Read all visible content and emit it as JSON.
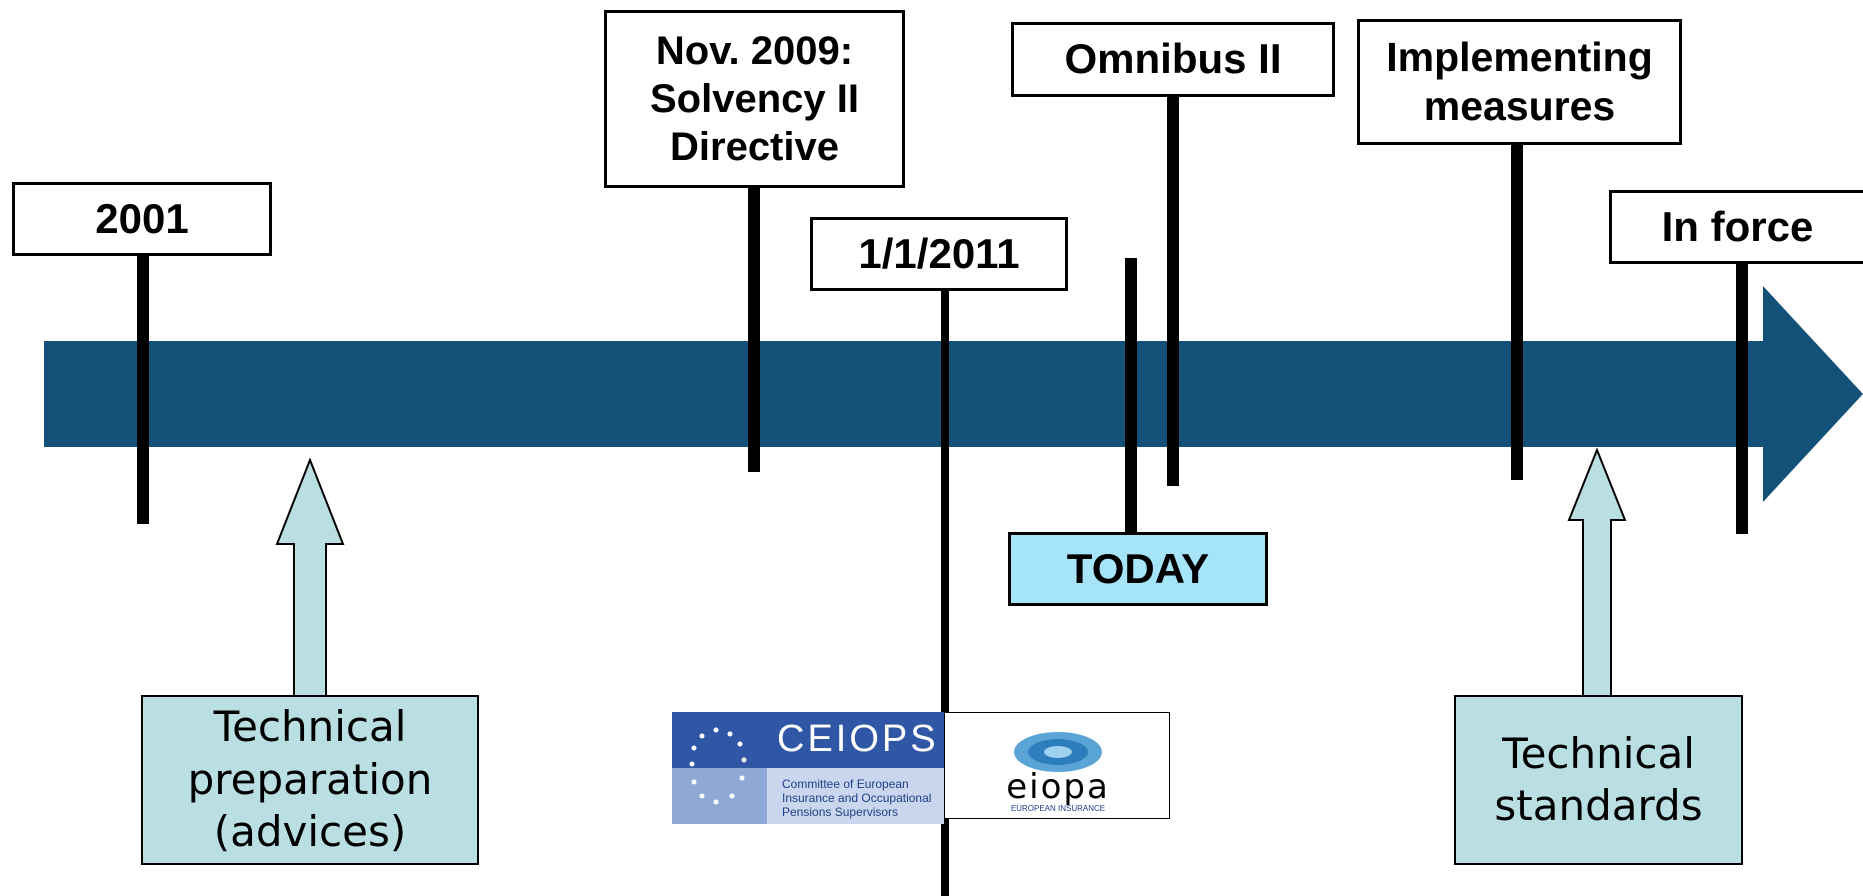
{
  "colors": {
    "timeline": "#145179",
    "today_fill": "#a6e4fa",
    "note_fill": "#b9dfe2",
    "ceiops_blue": "#2f57a6",
    "ceiops_light": "#8ea9d6"
  },
  "milestones": {
    "m2001": "2001",
    "directive": "Nov. 2009:\nSolvency II\nDirective",
    "jan2011": "1/1/2011",
    "omnibus": "Omnibus II",
    "implementing": "Implementing\nmeasures",
    "in_force": "In force",
    "today": "TODAY"
  },
  "notes": {
    "technical_preparation": "Technical\npreparation\n(advices)",
    "technical_standards": "Technical\nstandards"
  },
  "logos": {
    "ceiops_name": "CEIOPS",
    "ceiops_subtitle_1": "Committee of European",
    "ceiops_subtitle_2": "Insurance and Occupational",
    "ceiops_subtitle_3": "Pensions Supervisors",
    "eiopa_name": "eiopa",
    "eiopa_subtitle": "EUROPEAN INSURANCE"
  }
}
